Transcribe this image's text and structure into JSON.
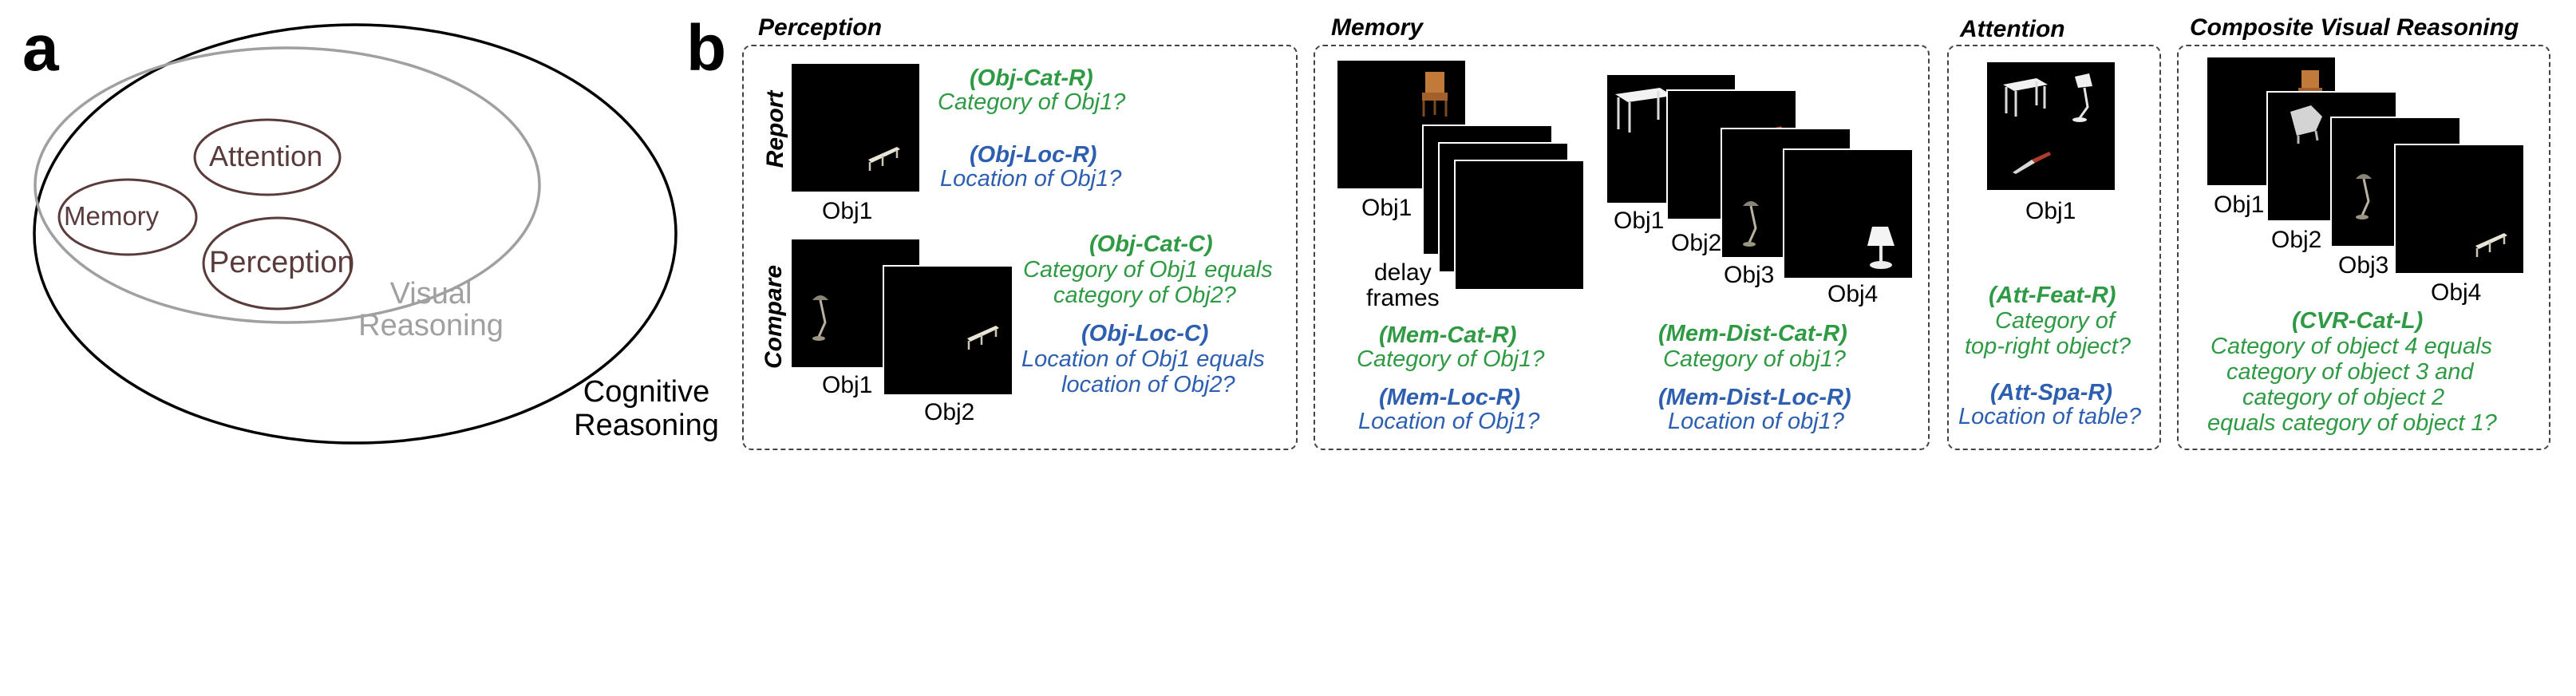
{
  "panels": {
    "a": "a",
    "b": "b"
  },
  "venn": {
    "memory": "Memory",
    "attention": "Attention",
    "perception": "Perception",
    "visual_reasoning": [
      "Visual",
      "Reasoning"
    ],
    "cognitive_reasoning": [
      "Cognitive",
      "Reasoning"
    ]
  },
  "sections": {
    "perception": {
      "title": "Perception",
      "row_report": "Report",
      "row_compare": "Compare",
      "report_obj": "Obj1",
      "compare_obj1": "Obj1",
      "compare_obj2": "Obj2",
      "obj_cat_r": {
        "code": "(Obj-Cat-R)",
        "text": "Category of Obj1?"
      },
      "obj_loc_r": {
        "code": "(Obj-Loc-R)",
        "text": "Location of Obj1?"
      },
      "obj_cat_c": {
        "code": "(Obj-Cat-C)",
        "lines": [
          "Category of Obj1 equals",
          "category of Obj2?"
        ]
      },
      "obj_loc_c": {
        "code": "(Obj-Loc-C)",
        "lines": [
          "Location of Obj1 equals",
          "location of Obj2?"
        ]
      }
    },
    "memory": {
      "title": "Memory",
      "obj1": "Obj1",
      "delay": [
        "delay",
        "frames"
      ],
      "dist_obj1": "Obj1",
      "dist_obj2": "Obj2",
      "dist_obj3": "Obj3",
      "dist_obj4": "Obj4",
      "mem_cat_r": {
        "code": "(Mem-Cat-R)",
        "text": "Category of Obj1?"
      },
      "mem_loc_r": {
        "code": "(Mem-Loc-R)",
        "text": "Location of Obj1?"
      },
      "mem_dist_cat_r": {
        "code": "(Mem-Dist-Cat-R)",
        "text": "Category of obj1?"
      },
      "mem_dist_loc_r": {
        "code": "(Mem-Dist-Loc-R)",
        "text": "Location of obj1?"
      }
    },
    "attention": {
      "title": "Attention",
      "obj1": "Obj1",
      "att_feat_r": {
        "code": "(Att-Feat-R)",
        "lines": [
          "Category of",
          "top-right object?"
        ]
      },
      "att_spa_r": {
        "code": "(Att-Spa-R)",
        "text": "Location of table?"
      }
    },
    "cvr": {
      "title": "Composite Visual Reasoning",
      "obj1": "Obj1",
      "obj2": "Obj2",
      "obj3": "Obj3",
      "obj4": "Obj4",
      "cvr_cat_l": {
        "code": "(CVR-Cat-L)",
        "lines": [
          "Category of object 4 equals",
          "category of object 3 and",
          "category of object 2",
          "equals category of object 1?"
        ]
      }
    }
  },
  "colors": {
    "green": "#2f9a44",
    "blue": "#2d5fb0",
    "venn_brown": "#5a3b3b",
    "venn_gray": "#a0a0a0"
  },
  "icons": [
    "bench-icon",
    "lamp-icon",
    "chair-icon",
    "table-icon",
    "knife-icon"
  ]
}
